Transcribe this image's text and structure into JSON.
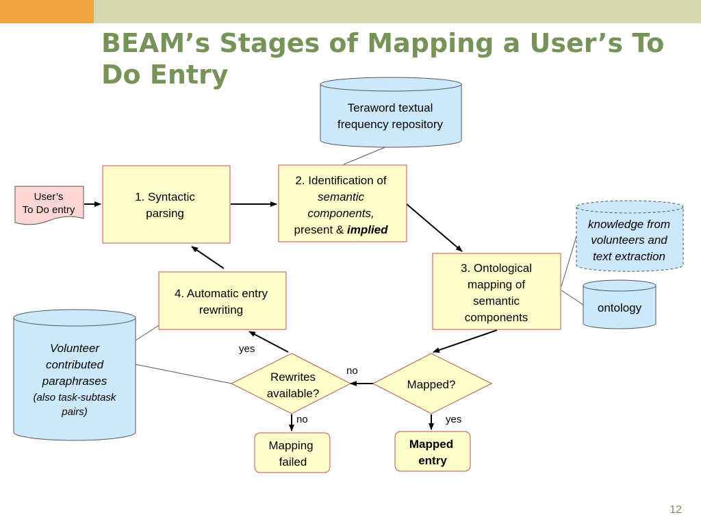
{
  "slide": {
    "title": "BEAM’s Stages of Mapping a User’s To Do Entry",
    "page_number": "12"
  },
  "nodes": {
    "user_entry": [
      "User’s",
      "To Do entry"
    ],
    "teraword": [
      "Teraword textual",
      "frequency repository"
    ],
    "step1": [
      "1. Syntactic",
      "parsing"
    ],
    "step2": {
      "line1": "2. Identification of",
      "line2": "semantic",
      "line3": "components,",
      "line4_plain": "present & ",
      "line4_emph": "implied"
    },
    "knowledge": [
      "knowledge from",
      "volunteers and",
      "text extraction"
    ],
    "step3": [
      "3. Ontological",
      "mapping of",
      "semantic",
      "components"
    ],
    "ontology": "ontology",
    "step4": [
      "4. Automatic entry",
      "rewriting"
    ],
    "volunteer": {
      "line1": "Volunteer",
      "line2": "contributed",
      "line3": "paraphrases",
      "line4": "(also task-subtask",
      "line5": "pairs)"
    },
    "rewrites": [
      "Rewrites",
      "available?"
    ],
    "mapped_q": "Mapped?",
    "failed": [
      "Mapping",
      "failed"
    ],
    "mapped_entry": [
      "Mapped",
      "entry"
    ]
  },
  "edges": {
    "yes_rewrite": "yes",
    "no_mapped": "no",
    "no_rewrite": "no",
    "yes_mapped": "yes"
  },
  "colors": {
    "accent_orange": "#f0a33c",
    "accent_khaki": "#d4d8b0",
    "title_green": "#77935a",
    "process_fill": "#ffffcc",
    "process_border": "#c0504d",
    "db_fill": "#cce8fb",
    "entry_fill": "#ffd6d6"
  }
}
